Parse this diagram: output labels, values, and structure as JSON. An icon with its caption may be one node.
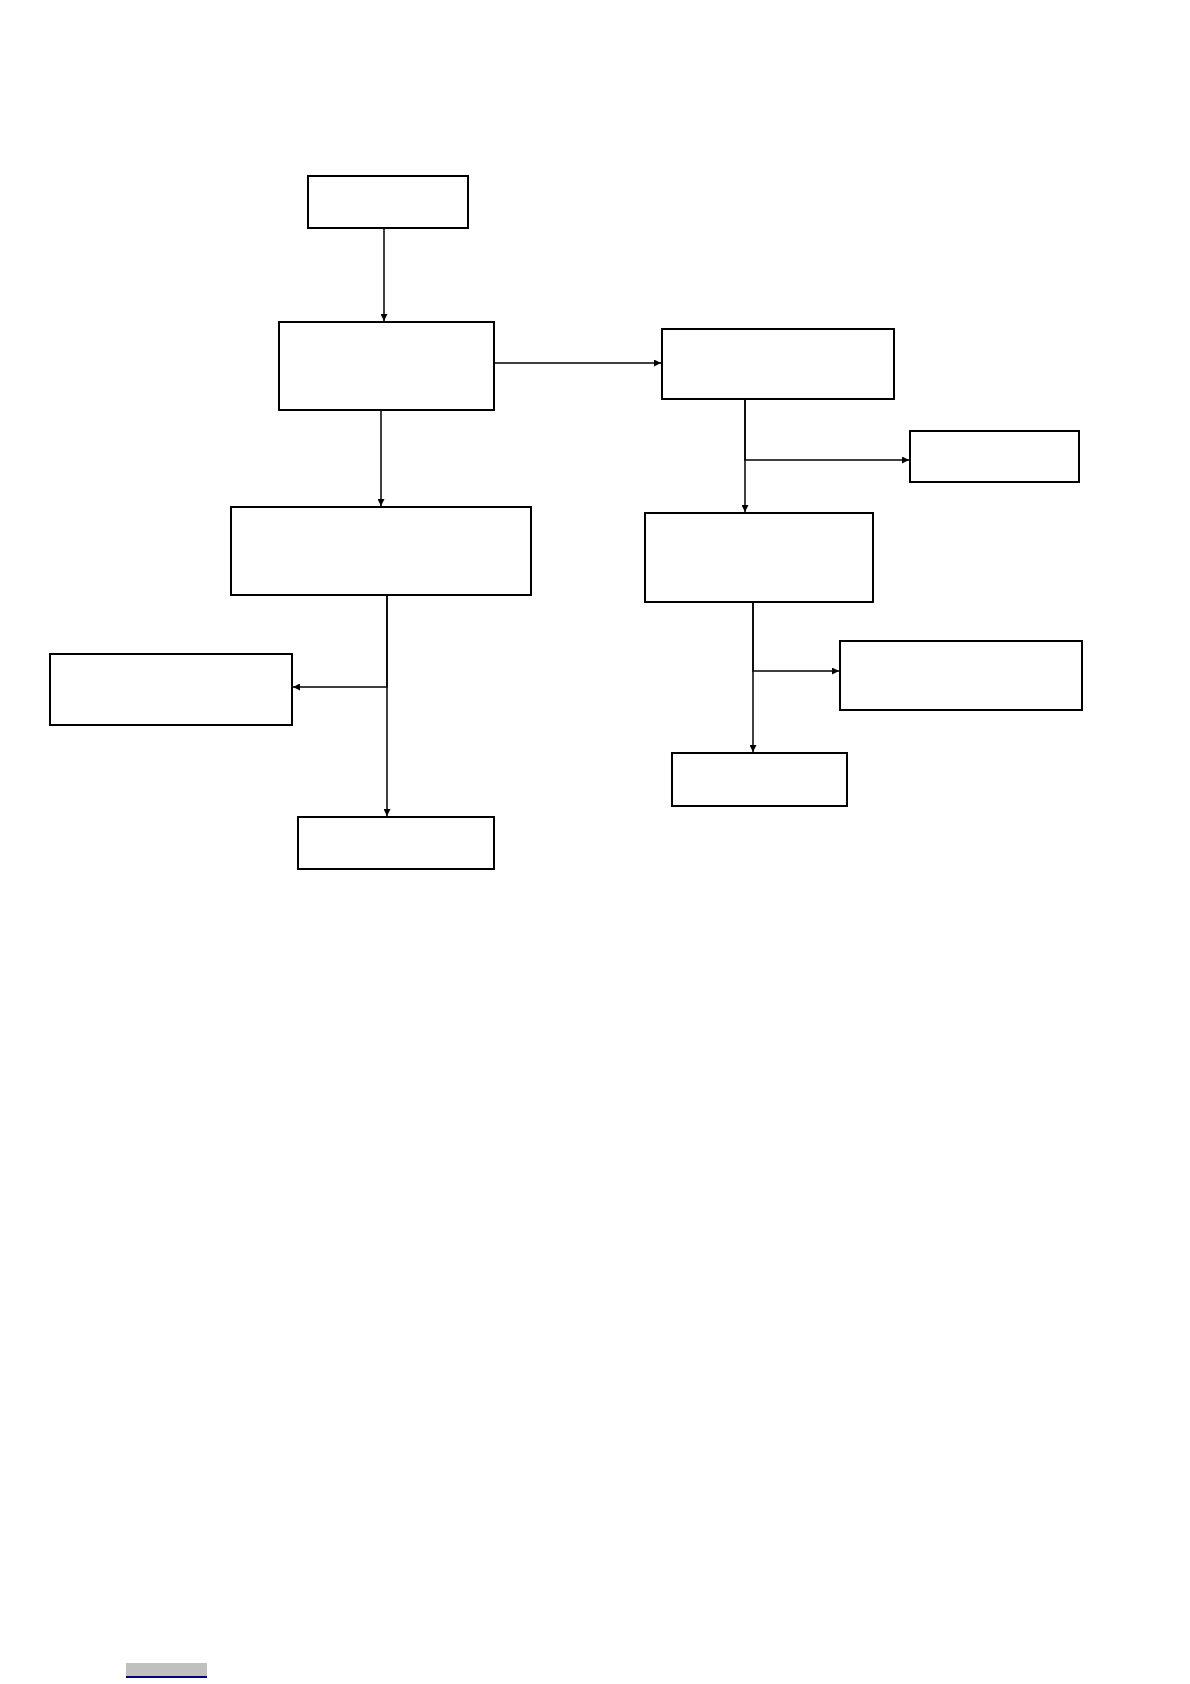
{
  "diagram": {
    "nodes": [
      {
        "text": [],
        "shape": "box"
      },
      {
        "text": [],
        "shape": "box"
      },
      {
        "text": [],
        "shape": "box"
      },
      {
        "text": [],
        "shape": "box"
      },
      {
        "text": [],
        "shape": "box"
      },
      {
        "text": [],
        "shape": "box"
      },
      {
        "text": [],
        "shape": "box"
      },
      {
        "text": [],
        "shape": "box"
      },
      {
        "text": [],
        "shape": "box"
      },
      {
        "text": [],
        "shape": "box"
      },
      {
        "text": [],
        "shape": "bar"
      }
    ],
    "edges": [
      {
        "from": 0,
        "to": 1,
        "arrow": "to"
      },
      {
        "from": 1,
        "to": 2,
        "arrow": "to"
      },
      {
        "from": 1,
        "to": 4,
        "arrow": "to"
      },
      {
        "from": 2,
        "to": 3,
        "arrow": "to"
      },
      {
        "from": 2,
        "to": 5,
        "arrow": "to"
      },
      {
        "from": 4,
        "to": 7,
        "arrow": "to"
      },
      {
        "from": 4,
        "to": 9,
        "arrow": "to"
      },
      {
        "from": 5,
        "to": 6,
        "arrow": "to"
      },
      {
        "from": 5,
        "to": 8,
        "arrow": "to"
      }
    ]
  }
}
